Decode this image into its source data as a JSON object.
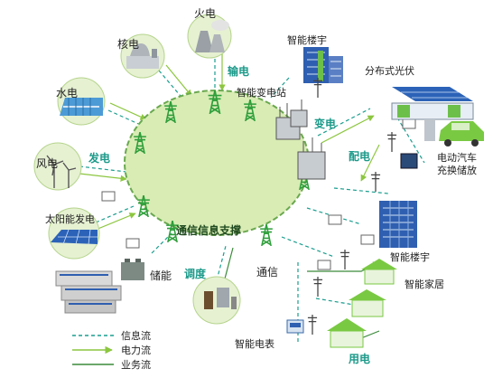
{
  "colors": {
    "grid_fill": "#d8ecb4",
    "grid_stroke": "#6aa84f",
    "tower": "#2e9e3a",
    "label_green": "#1c9a8a",
    "info_flow": "#1a9e8f",
    "power_flow": "#8cc63f",
    "business_flow": "#3a8a3a",
    "building_blue": "#2f5fb0",
    "solar_blue": "#2c63b8",
    "roof_green": "#7ac943"
  },
  "center": {
    "label": "通信信息支撑"
  },
  "sources": [
    {
      "label": "火电",
      "icon": "thermal-plant-icon"
    },
    {
      "label": "核电",
      "icon": "nuclear-plant-icon"
    },
    {
      "label": "水电",
      "icon": "hydro-dam-icon"
    },
    {
      "label": "风电",
      "icon": "wind-turbine-icon"
    },
    {
      "label": "太阳能发电",
      "icon": "solar-panel-icon"
    }
  ],
  "links": {
    "transmission": "输电",
    "generation": "发电",
    "substation_label": "变电",
    "distribution": "配电",
    "dispatch": "调度",
    "storage": "储能",
    "communication": "通信",
    "consumption": "用电"
  },
  "nodes": {
    "smart_building_top": "智能楼宇",
    "smart_substation": "智能变电站",
    "distributed_pv": "分布式光伏",
    "ev": "电动汽车",
    "ev_storage": "充换储放",
    "smart_building_right": "智能楼宇",
    "smart_home": "智能家居",
    "smart_meter": "智能电表"
  },
  "legend": [
    {
      "label": "信息流",
      "style": "dashed"
    },
    {
      "label": "电力流",
      "style": "arrow"
    },
    {
      "label": "业务流",
      "style": "solid"
    }
  ]
}
